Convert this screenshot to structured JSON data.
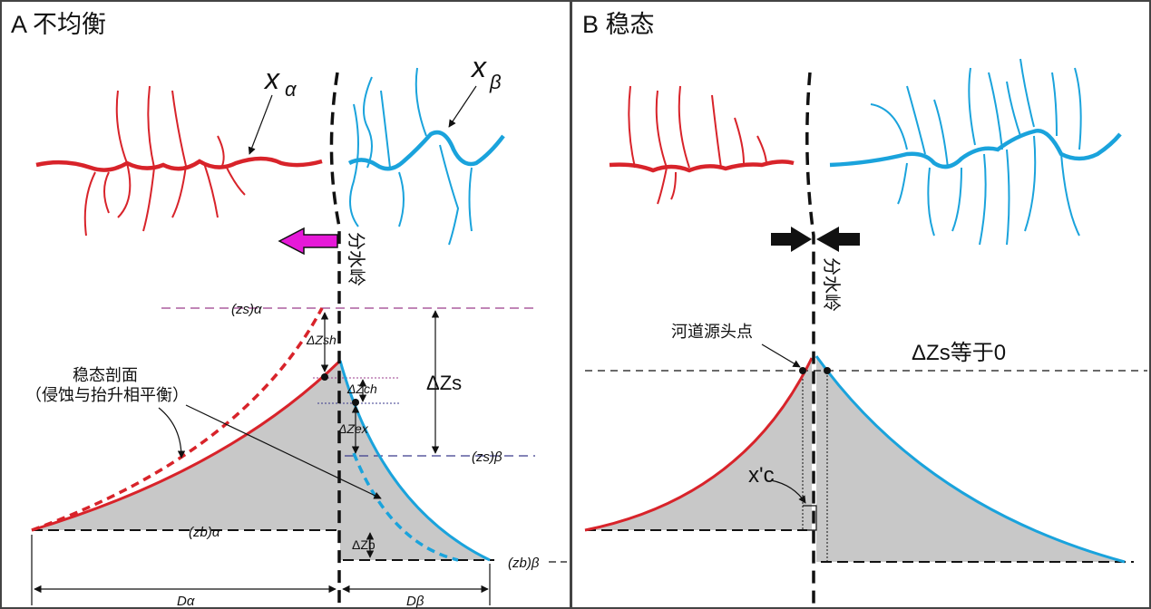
{
  "panel_a": {
    "title": "A 不均衡",
    "x_alpha": "x",
    "x_alpha_sub": "α",
    "x_beta": "x",
    "x_beta_sub": "β",
    "divide": "分水岭",
    "zs_alpha": "(zs)α",
    "zs_beta": "(zs)β",
    "zb_alpha": "(zb)α",
    "zb_beta": "(zb)β",
    "dz_sh": "ΔZsh",
    "dz_ch": "ΔZch",
    "dz_ex": "ΔZex",
    "dz_s": "ΔZs",
    "dz_b": "ΔZb",
    "steady_profile_line1": "稳态剖面",
    "steady_profile_line2": "（侵蚀与抬升相平衡）",
    "d_alpha": "Dα",
    "d_beta": "Dβ"
  },
  "panel_b": {
    "title": "B 稳态",
    "divide": "分水岭",
    "channel_head": "河道源头点",
    "dzs_zero": "ΔZs等于0",
    "xc": "x'c"
  },
  "colors": {
    "alpha_river": "#d8232a",
    "beta_river": "#1aa3dc",
    "arrow_magenta": "#e619d8",
    "fill_gray": "#c8c8c8",
    "zs_alpha_line": "#9b3d8c",
    "zs_beta_line": "#3a3a8c",
    "frame": "#444444"
  }
}
